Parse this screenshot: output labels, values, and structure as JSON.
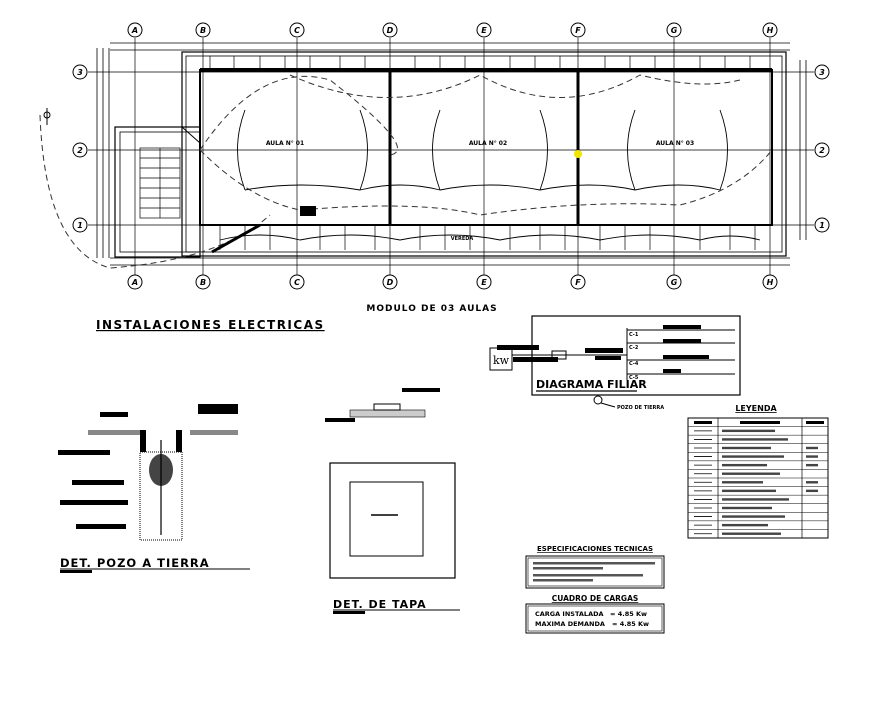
{
  "plan": {
    "columns": [
      "A",
      "B",
      "C",
      "D",
      "E",
      "F",
      "G",
      "H"
    ],
    "rows": [
      "3",
      "2",
      "1"
    ],
    "rooms": [
      "AULA N° 01",
      "AULA N° 02",
      "AULA N° 03"
    ],
    "corridor_label": "VEREDA",
    "title": "MODULO DE 03 AULAS"
  },
  "sheet_title": "INSTALACIONES ELECTRICAS",
  "diagram": {
    "title": "DIAGRAMA FILIAR",
    "meter_label": "kw",
    "circuits": [
      "C-1",
      "C-2",
      "C-4",
      "C-5"
    ],
    "ground_label": "POZO DE TIERRA"
  },
  "legend": {
    "title": "LEYENDA",
    "row_count_symbols": [
      "ceiling-light",
      "fluorescent-light",
      "outlet",
      "distribution-board",
      "meter",
      "ground-well",
      "double-switch",
      "single-switch",
      "ceiling-pipe",
      "conductors",
      "floor-pipe",
      "ground-pipe",
      "earth-pipe"
    ]
  },
  "specs": {
    "title": "ESPECIFICACIONES TECNICAS"
  },
  "loads": {
    "title": "CUADRO DE CARGAS",
    "rows": [
      {
        "label": "CARGA INSTALADA",
        "value": "= 4.85 Kw"
      },
      {
        "label": "MAXIMA DEMANDA",
        "value": "= 4.85 Kw"
      }
    ]
  },
  "details": {
    "ground_well": "DET. POZO A TIERRA",
    "cover": "DET. DE TAPA"
  },
  "colors": {
    "ink": "#000000",
    "highlight": "#f2e600"
  }
}
